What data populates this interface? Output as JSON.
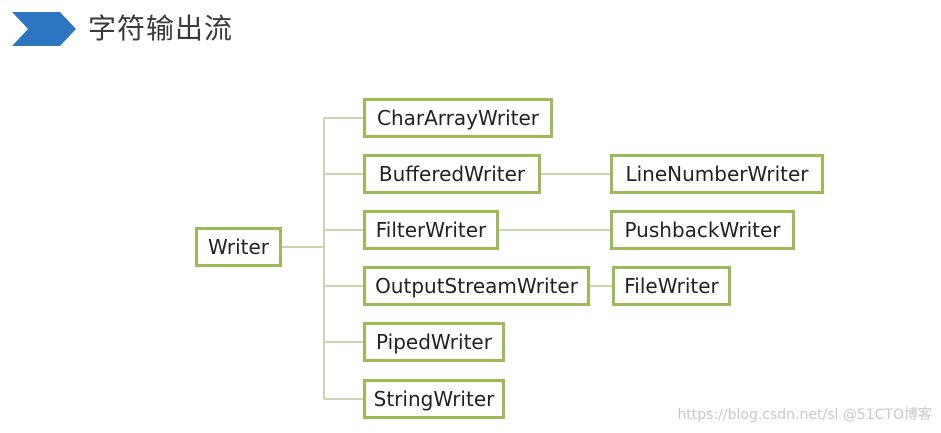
{
  "title": "字符输出流",
  "colors": {
    "node_border": "#9bbb59",
    "connector": "#c9d7b0",
    "title_icon": "#2e75c1"
  },
  "diagram": {
    "root": "Writer",
    "children": [
      {
        "label": "CharArrayWriter"
      },
      {
        "label": "BufferedWriter",
        "child": "LineNumberWriter"
      },
      {
        "label": "FilterWriter",
        "child": "PushbackWriter"
      },
      {
        "label": "OutputStreamWriter",
        "child": "FileWriter"
      },
      {
        "label": "PipedWriter"
      },
      {
        "label": "StringWriter"
      }
    ]
  },
  "watermark": "https://blog.csdn.net/sl @51CTO博客"
}
